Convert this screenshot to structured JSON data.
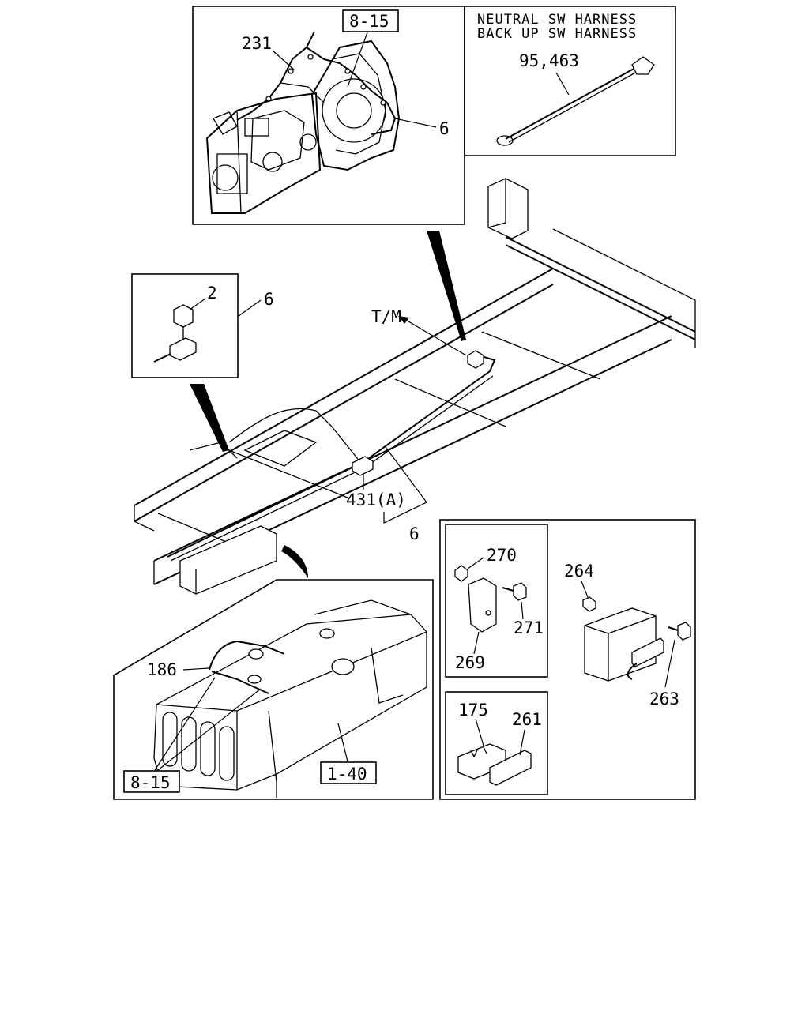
{
  "header": {
    "line1": "NEUTRAL SW HARNESS",
    "line2": "BACK UP SW HARNESS",
    "part_ref": "95,463"
  },
  "transmission_inset": {
    "ref_box": "8-15",
    "part_a": "231",
    "part_b": "6"
  },
  "switch_inset": {
    "part_a": "2",
    "part_b": "6"
  },
  "frame": {
    "direction_label": "T/M",
    "connector_ref": "431(A)",
    "part_b": "6"
  },
  "tank_inset": {
    "part_a": "186",
    "ref_box_a": "8-15",
    "ref_box_b": "1-40"
  },
  "bracket_inset": {
    "p270": "270",
    "p271": "271",
    "p269": "269",
    "p264": "264",
    "p263": "263",
    "p175": "175",
    "p261": "261"
  }
}
